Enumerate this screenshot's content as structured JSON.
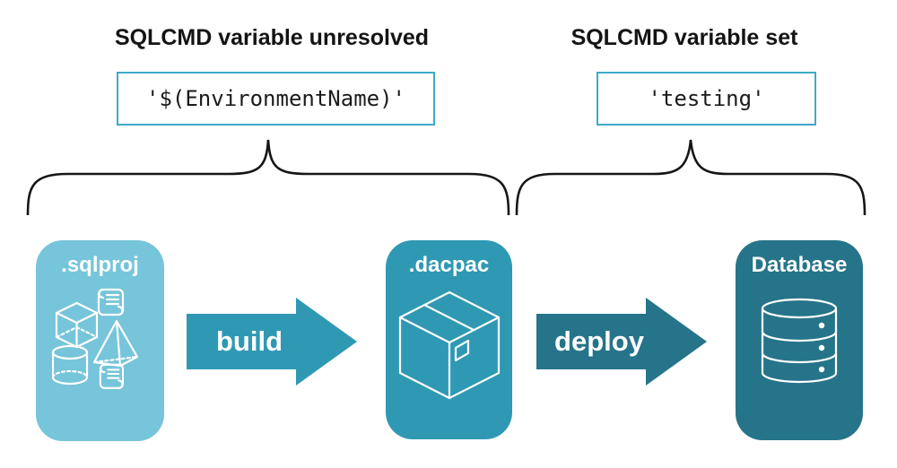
{
  "annotations": {
    "left": {
      "heading": "SQLCMD variable unresolved",
      "code": "'$(EnvironmentName)'"
    },
    "right": {
      "heading": "SQLCMD variable set",
      "code": "'testing'"
    }
  },
  "pipeline": {
    "nodes": [
      {
        "id": "sqlproj",
        "label": ".sqlproj",
        "color": "#76C5DA",
        "icon": "sql-object-icons (cube, pyramid, cylinder, scripts)"
      },
      {
        "id": "dacpac",
        "label": ".dacpac",
        "color": "#2F99B4",
        "icon": "package-icon"
      },
      {
        "id": "database",
        "label": "Database",
        "color": "#26748A",
        "icon": "database-icon"
      }
    ],
    "arrows": [
      {
        "label": "build",
        "color": "#2F99B4"
      },
      {
        "label": "deploy",
        "color": "#26748A"
      }
    ]
  },
  "colors": {
    "background": "#FFFFFF",
    "code_box_border": "#3FA9C5",
    "heading_text": "#141414",
    "code_text": "#1B1B1B",
    "brace_stroke": "#161616",
    "icon_stroke": "#FFFFFF"
  }
}
